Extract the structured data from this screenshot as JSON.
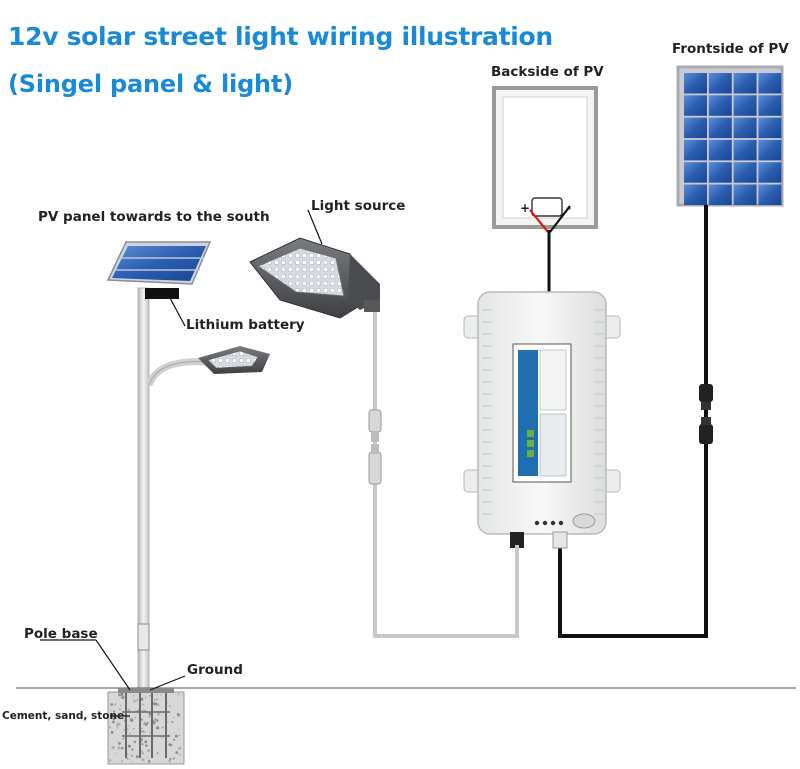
{
  "title": {
    "line1": "12v solar street light wiring illustration",
    "line2": "(Singel panel & light)"
  },
  "labels": {
    "backside_pv": "Backside of PV",
    "frontside_pv": "Frontside of PV",
    "pv_panel_south": "PV panel towards to the south",
    "light_source": "Light source",
    "lithium_battery": "Lithium battery",
    "pole_base": "Pole base",
    "ground": "Ground",
    "cement": "Cement, sand, stone"
  },
  "terminals": {
    "plus": "+",
    "minus": "-"
  },
  "colors": {
    "title": "#1a8ad6",
    "panel_blue": "#1f4f9e",
    "cable_black": "#111111",
    "cable_grey": "#c8c8c8",
    "controller_body": "#f2f3f2",
    "lamp_grey": "#585a5e"
  }
}
